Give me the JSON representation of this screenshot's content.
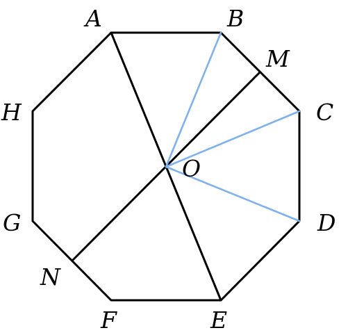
{
  "labels": {
    "A": "A",
    "B": "B",
    "C": "C",
    "D": "D",
    "E": "E",
    "F": "F",
    "G": "G",
    "H": "H",
    "M": "M",
    "N": "N",
    "O": "O"
  },
  "colors": {
    "outline": "#000000",
    "highlight": "#7fb2ea",
    "background": "#ffffff"
  }
}
